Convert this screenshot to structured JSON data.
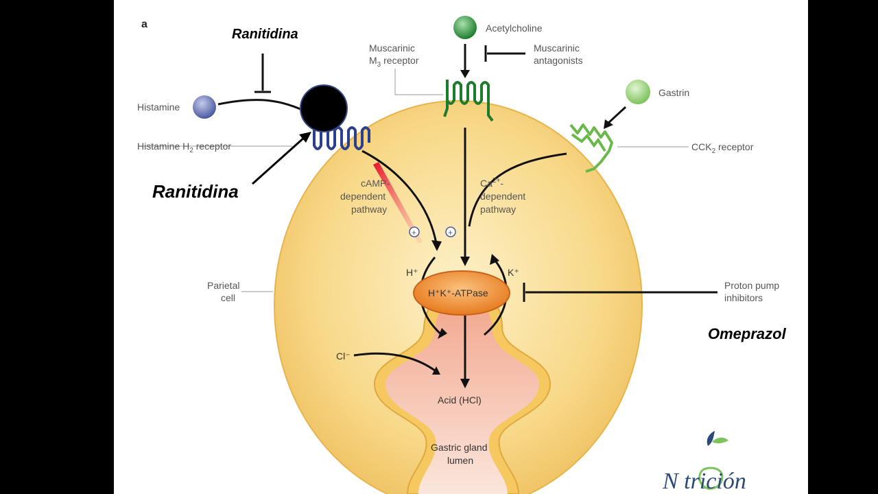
{
  "panel_label": "a",
  "drugs": {
    "ranitidina_top": "Ranitidina",
    "ranitidina_left": "Ranitidina",
    "omeprazol": "Omeprazol"
  },
  "ligands": {
    "histamine": "Histamine",
    "acetylcholine": "Acetylcholine",
    "gastrin": "Gastrin"
  },
  "receptors": {
    "muscarinic_line1": "Muscarinic",
    "muscarinic_line2_prefix": "M",
    "muscarinic_line2_sub": "3",
    "muscarinic_line2_suffix": " receptor",
    "histamine_prefix": "Histamine H",
    "histamine_sub": "2",
    "histamine_suffix": " receptor",
    "cck_prefix": "CCK",
    "cck_sub": "2",
    "cck_suffix": " receptor"
  },
  "antagonists": {
    "line1": "Muscarinic",
    "line2": "antagonists"
  },
  "pathways": {
    "camp_line1": "cAMP-",
    "camp_line2": "dependent",
    "camp_line3": "pathway",
    "ca_prefix": "Ca",
    "ca_sup": "2+",
    "ca_suffix": "-",
    "ca_line2": "dependent",
    "ca_line3": "pathway"
  },
  "pump": {
    "label": "H⁺K⁺-ATPase",
    "h_ion": "H⁺",
    "k_ion": "K⁺",
    "cl_ion": "Cl⁻",
    "plus1": "+",
    "plus2": "+"
  },
  "ppi": {
    "line1": "Proton pump",
    "line2": "inhibitors"
  },
  "cell": {
    "line1": "Parietal",
    "line2": "cell"
  },
  "acid": "Acid (HCl)",
  "lumen": {
    "line1": "Gastric gland",
    "line2": "lumen"
  },
  "logo": {
    "text": "N  trición"
  },
  "colors": {
    "cell_fill": "#f7d27a",
    "cell_edge": "#e8b44a",
    "lumen_fill": "#f4b3a0",
    "histamine": "#4a5aa0",
    "muscarinic": "#2e8b3a",
    "gastrin": "#7cc35a",
    "pump": "#f08a2a"
  }
}
